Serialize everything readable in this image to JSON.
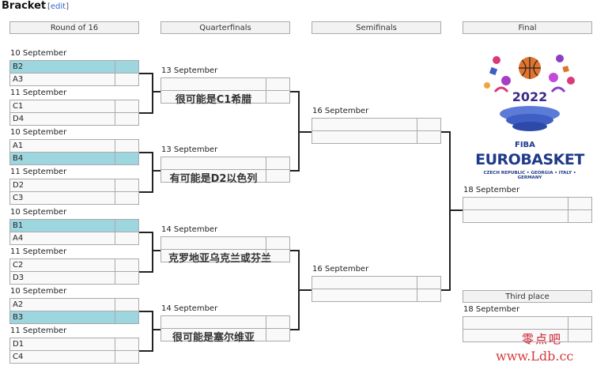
{
  "title": "Bracket",
  "edit": {
    "open": "[",
    "label": "edit",
    "close": "]"
  },
  "headers": {
    "r16": "Round of 16",
    "qf": "Quarterfinals",
    "sf": "Semifinals",
    "final": "Final",
    "third": "Third place"
  },
  "r16": [
    {
      "date": "10 September",
      "top": "B2",
      "bottom": "A3",
      "top_winner": true,
      "bottom_winner": false
    },
    {
      "date": "11 September",
      "top": "C1",
      "bottom": "D4",
      "top_winner": false,
      "bottom_winner": false
    },
    {
      "date": "10 September",
      "top": "A1",
      "bottom": "B4",
      "top_winner": false,
      "bottom_winner": true
    },
    {
      "date": "11 September",
      "top": "D2",
      "bottom": "C3",
      "top_winner": false,
      "bottom_winner": false
    },
    {
      "date": "10 September",
      "top": "B1",
      "bottom": "A4",
      "top_winner": true,
      "bottom_winner": false
    },
    {
      "date": "11 September",
      "top": "C2",
      "bottom": "D3",
      "top_winner": false,
      "bottom_winner": false
    },
    {
      "date": "10 September",
      "top": "A2",
      "bottom": "B3",
      "top_winner": false,
      "bottom_winner": true
    },
    {
      "date": "11 September",
      "top": "D1",
      "bottom": "C4",
      "top_winner": false,
      "bottom_winner": false
    }
  ],
  "qf": [
    {
      "date": "13 September",
      "note": "很可能是C1希腊"
    },
    {
      "date": "13 September",
      "note": "有可能是D2以色列"
    },
    {
      "date": "14 September",
      "note": "克罗地亚乌克兰或芬兰"
    },
    {
      "date": "14 September",
      "note": "很可能是塞尔维亚"
    }
  ],
  "sf": [
    {
      "date": "16 September"
    },
    {
      "date": "16 September"
    }
  ],
  "final": {
    "date": "18 September"
  },
  "third": {
    "date": "18 September"
  },
  "logo": {
    "org": "FIBA",
    "name": "EUROBASKET",
    "year": "2022",
    "hosts": "CZECH REPUBLIC • GEORGIA • ITALY • GERMANY"
  },
  "watermark": {
    "cn": "零点吧",
    "url": "www.Ldb.cc"
  },
  "colors": {
    "winner": "#9ed6e0",
    "header_bg": "#f2f2f2",
    "border": "#aaaaaa",
    "logo_blue": "#1f3a8a",
    "wm_red": "#d23c3c"
  }
}
